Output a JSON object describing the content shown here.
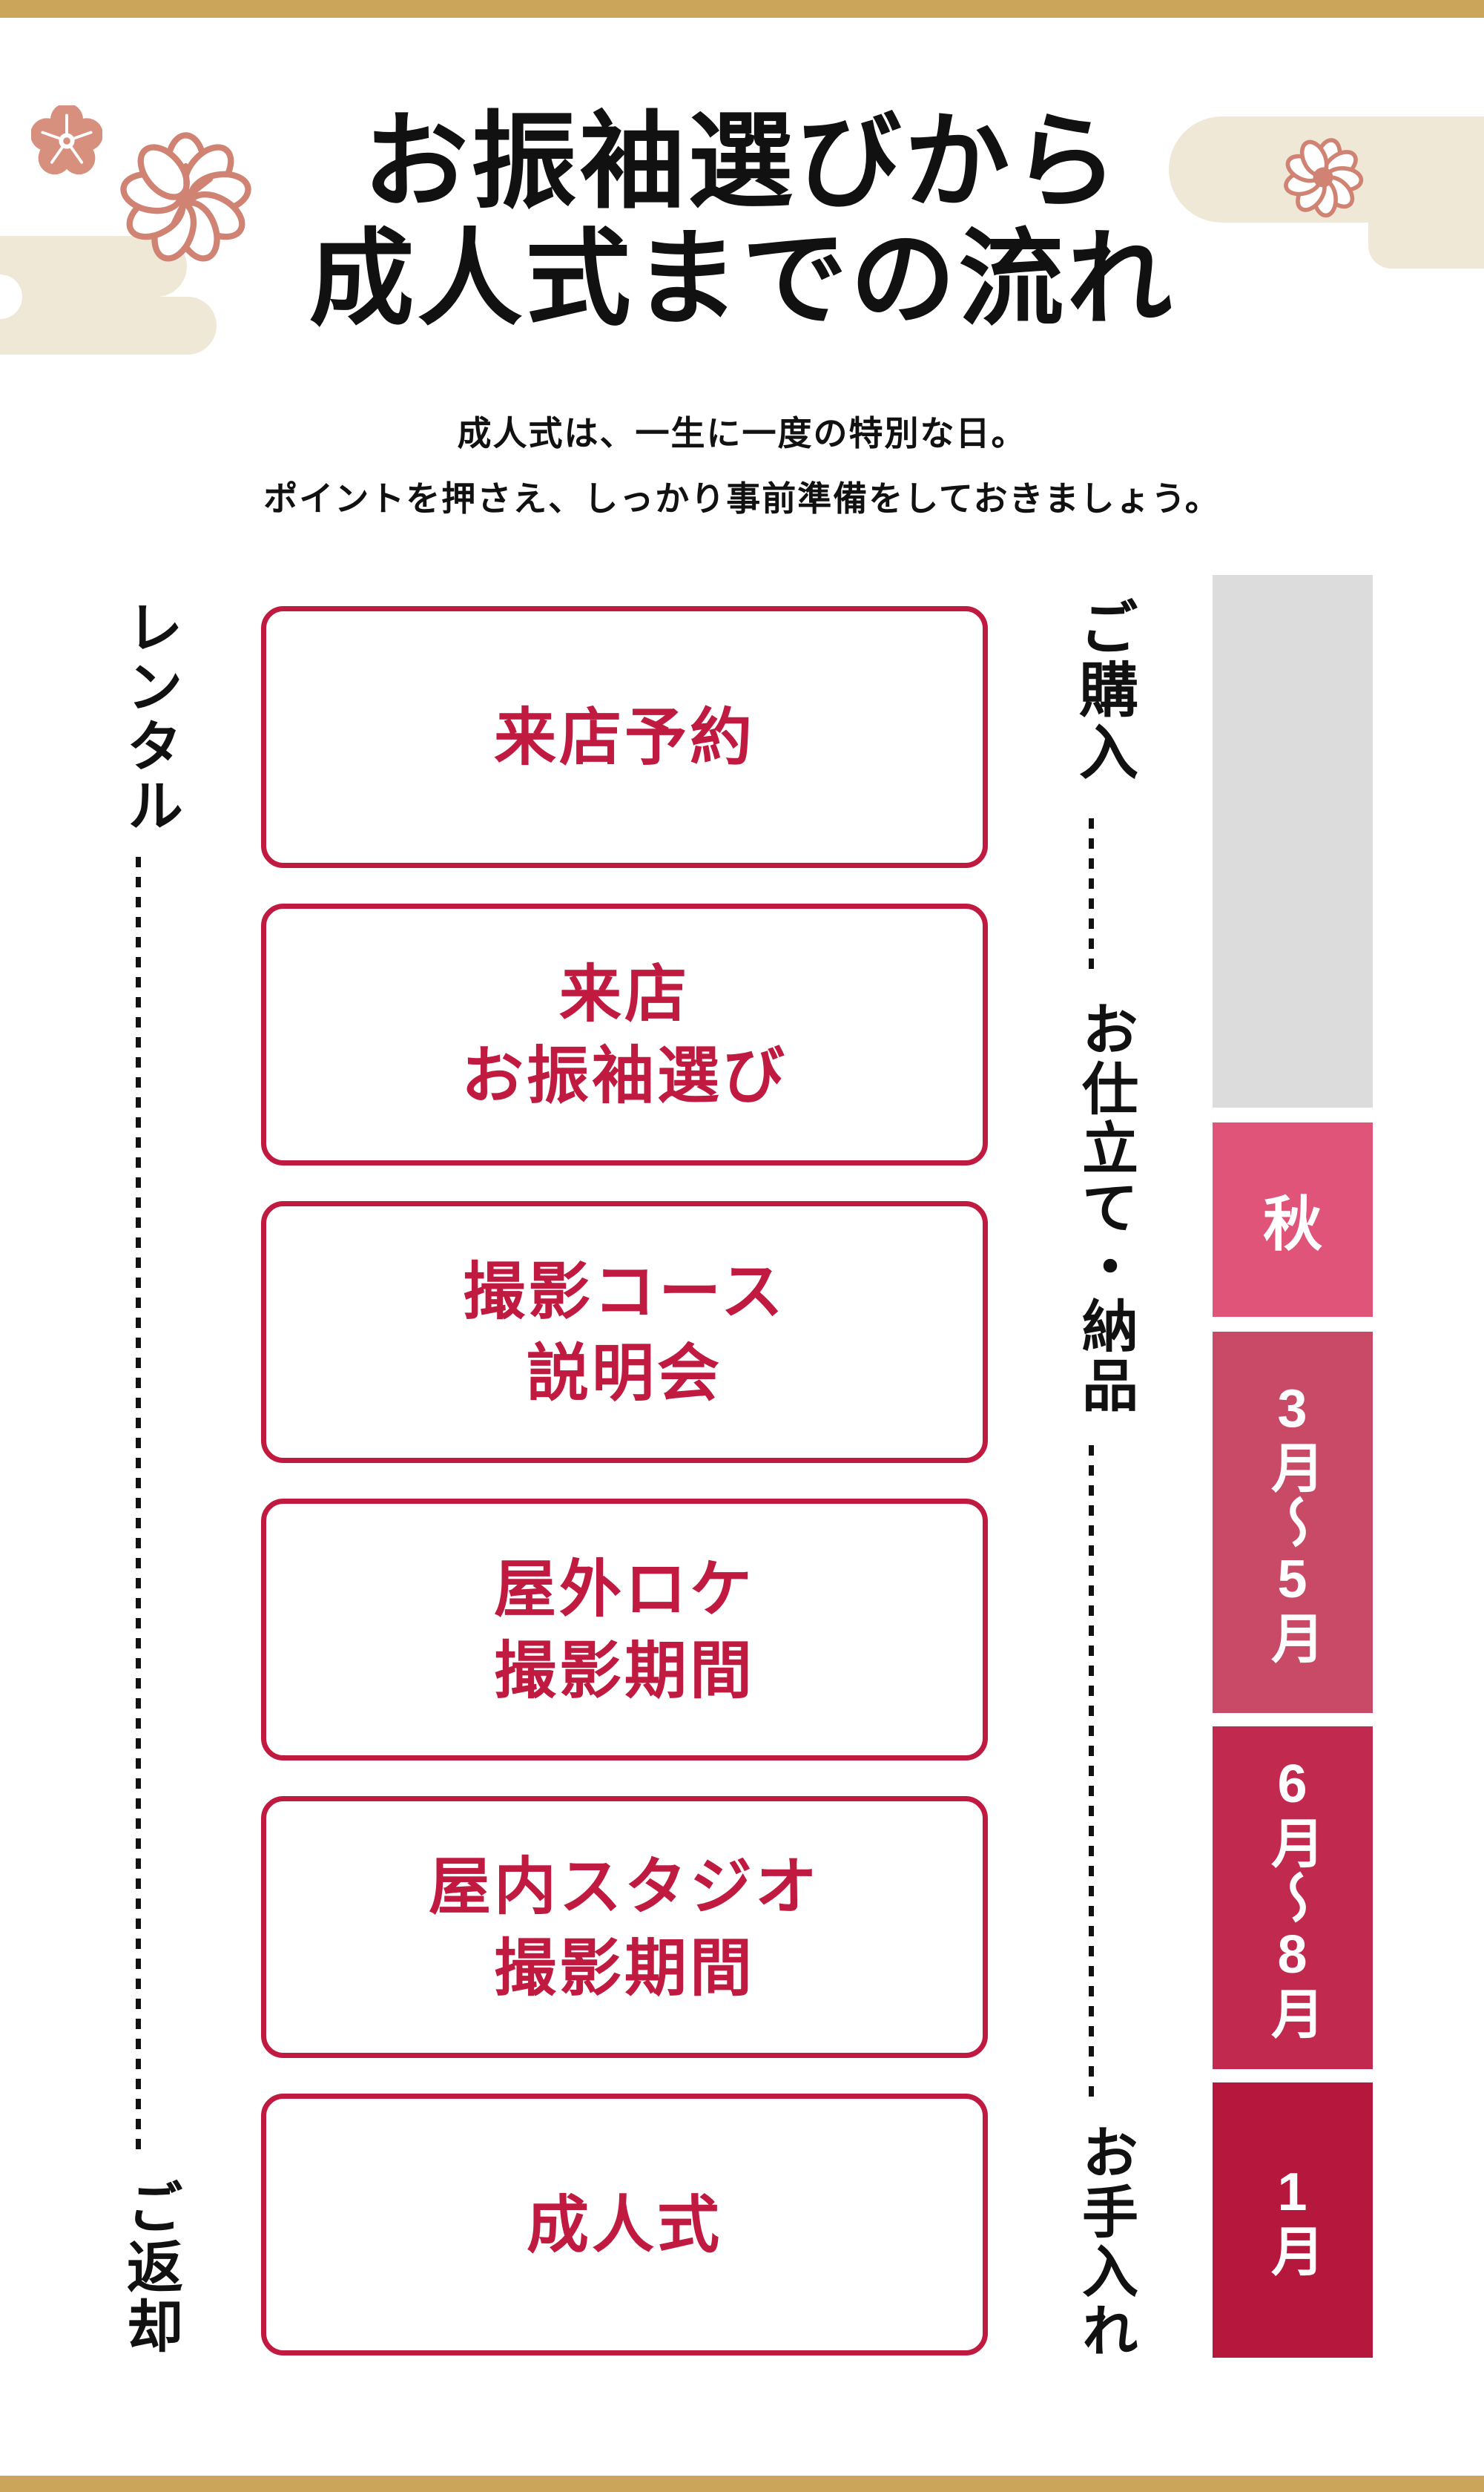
{
  "header": {
    "title_line1": "お振袖選びから",
    "title_line2": "成人式までの流れ",
    "subtitle_line1": "成人式は、一生に一度の特別な日。",
    "subtitle_line2": "ポイントを押さえ、しっかり事前準備をしておきましょう。"
  },
  "rental_rail": {
    "start_label": "レンタル",
    "end_label": "ご返却"
  },
  "purchase_rail": {
    "start_label": "ご購入",
    "middle_label": "お仕立て・納品",
    "end_label": "お手入れ"
  },
  "flow_steps": [
    {
      "lines": [
        "来店予約"
      ]
    },
    {
      "lines": [
        "来店",
        "お振袖選び"
      ]
    },
    {
      "lines": [
        "撮影コース",
        "説明会"
      ]
    },
    {
      "lines": [
        "屋外ロケ",
        "撮影期間"
      ]
    },
    {
      "lines": [
        "屋内スタジオ",
        "撮影期間"
      ]
    },
    {
      "lines": [
        "成人式"
      ]
    }
  ],
  "timeline_blocks": [
    {
      "label": "",
      "color": "#dcdcdc"
    },
    {
      "label": "秋",
      "color": "#e0547a"
    },
    {
      "label": "3月〜5月",
      "color": "#c84a66"
    },
    {
      "label": "6月〜8月",
      "color": "#c12a4e"
    },
    {
      "label": "1月",
      "color": "#b5173d"
    }
  ],
  "colors": {
    "accent_red": "#c01a40",
    "gold_bar": "#cba55a",
    "cloud_beige": "#efe8d7",
    "blossom_pink": "#d8907e",
    "timeline_gray": "#dcdcdc"
  }
}
